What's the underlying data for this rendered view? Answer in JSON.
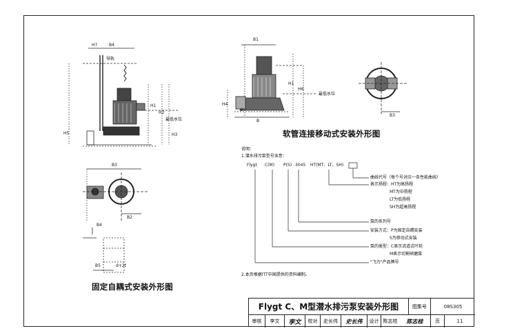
{
  "drawings": {
    "left_title": "固定自耦式安装外形图",
    "right_title": "软管连接移动式安装外形图"
  },
  "dims": {
    "H7": "H7",
    "B4": "B4",
    "B1": "B1",
    "B2": "B2",
    "B3": "B3",
    "B5": "B5",
    "H1": "H1",
    "H2": "H2",
    "H3": "H3",
    "H4": "H4",
    "H5": "H5",
    "H6": "H6",
    "B": "B",
    "d": "d",
    "guide_rail": "导轨",
    "lowest_level": "最低水位",
    "d_plus": "d+2t"
  },
  "notes": {
    "heading": "说明：",
    "item1": "1.潜水排污泵型号含意：",
    "model_code": [
      "Flygt",
      "C(M)",
      "P(S)",
      "3045",
      "HT(MT、LT、SH)"
    ],
    "legend": [
      "曲线代号（每个号对应一条性能曲线）",
      "表示扬程：HT为高扬程",
      "MT为中扬程",
      "LT为低扬程",
      "SH为超高扬程",
      "泵的系列号",
      "安装方式：P为固定自耦安装",
      "S为移动式安装",
      "泵的类型：C表示流道式叶轮",
      "M表示切割研磨泵",
      "\"飞力\"产品牌号"
    ],
    "item2": "2.本页根据ITT中国提供的资料编制。"
  },
  "title_block": {
    "title": "Flygt C、M型潜水排污泵安装外形图",
    "atlas_label": "图集号",
    "atlas_no": "08S305",
    "row": [
      "审核",
      "李文",
      "李文",
      "校对",
      "史长伟",
      "史长伟",
      "设计",
      "陈志桂",
      "陈志桂",
      "页",
      "11"
    ]
  }
}
